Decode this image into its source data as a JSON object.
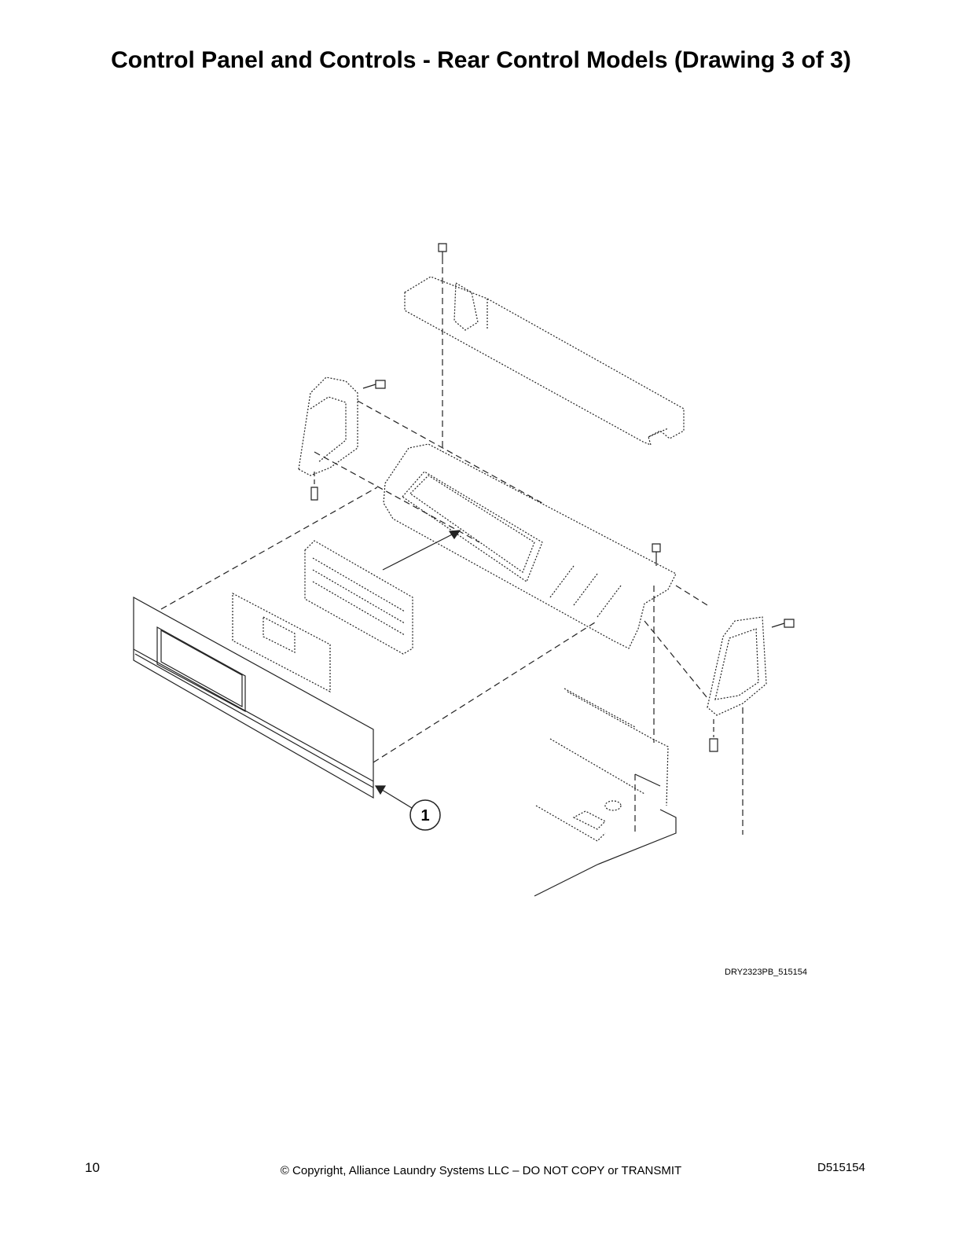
{
  "header": {
    "title": "Control Panel and Controls - Rear Control Models (Drawing 3 of 3)"
  },
  "drawing": {
    "drawing_id": "DRY2323PB_515154",
    "callouts": [
      {
        "number": "1"
      }
    ]
  },
  "footer": {
    "page_number": "10",
    "copyright": "© Copyright, Alliance Laundry Systems LLC – DO NOT COPY or TRANSMIT",
    "document_number": "D515154"
  }
}
